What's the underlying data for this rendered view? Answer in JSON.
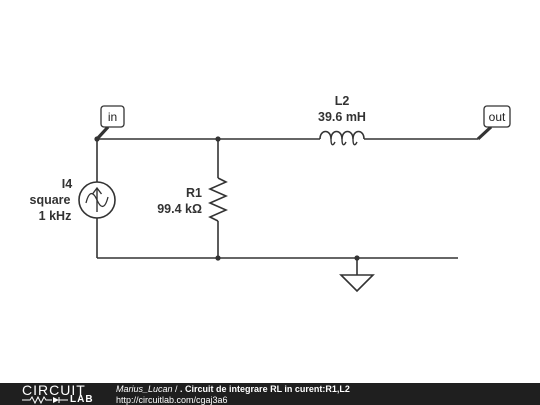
{
  "schematic": {
    "components": {
      "source": {
        "name": "I4",
        "type": "square",
        "freq": "1 kHz",
        "icon": "current-source-icon"
      },
      "resistor": {
        "name": "R1",
        "value": "99.4 kΩ",
        "icon": "resistor-icon"
      },
      "inductor": {
        "name": "L2",
        "value": "39.6 mH",
        "icon": "inductor-icon"
      },
      "ground": {
        "icon": "ground-icon"
      }
    },
    "ports": {
      "input": "in",
      "output": "out"
    }
  },
  "footer": {
    "logo_top": "CIRCUIT",
    "logo_bottom": "LAB",
    "author": "Marius_Lucan",
    "separator": " / ",
    "title": ". Circuit de integrare RL in curent:R1,L2",
    "url": "http://circuitlab.com/cgaj3a6"
  }
}
